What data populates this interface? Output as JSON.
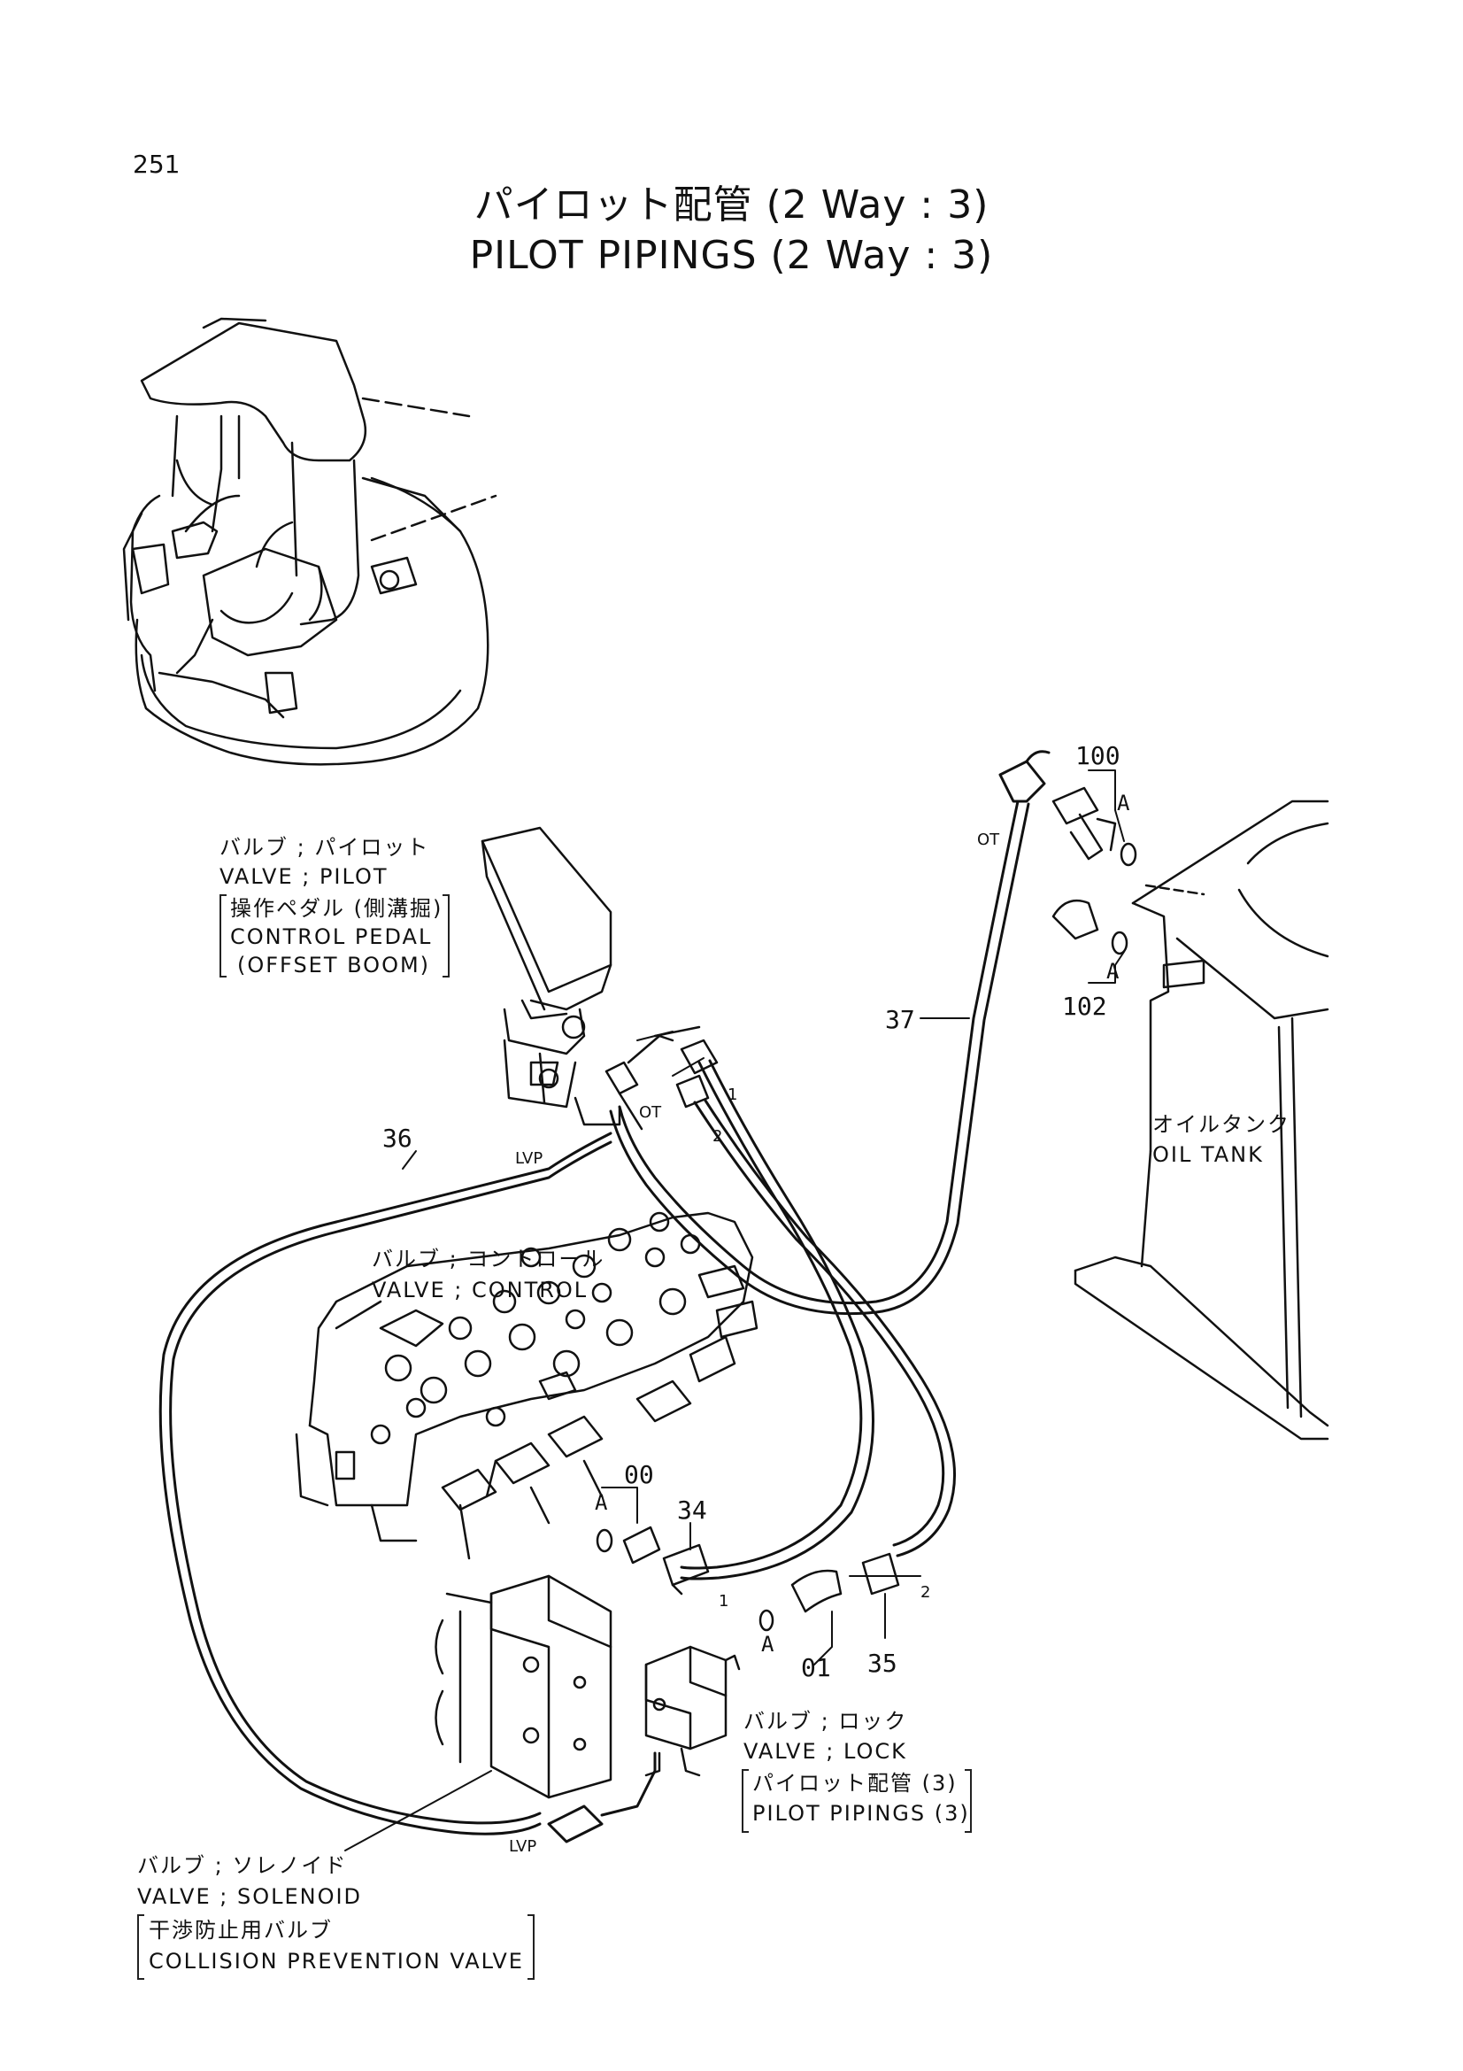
{
  "page_number": "251",
  "title_jp": "パイロット配管 (2 Way : 3)",
  "title_en": "PILOT PIPINGS (2 Way : 3)",
  "labels": {
    "pilot_jp": "バルブ ; パイロット",
    "pilot_en": "VALVE ; PILOT",
    "pedal_jp": "操作ペダル (側溝掘)",
    "pedal_en": "CONTROL PEDAL",
    "pedal_en2": "(OFFSET BOOM)",
    "control_jp": "バルブ ; コントロール",
    "control_en": "VALVE ; CONTROL",
    "lock_jp": "バルブ ; ロック",
    "lock_en": "VALVE ; LOCK",
    "pilot_pipings_jp": "パイロット配管 (3)",
    "pilot_pipings_en": "PILOT PIPINGS (3)",
    "solenoid_jp": "バルブ ; ソレノイド",
    "solenoid_en": "VALVE ; SOLENOID",
    "collision_jp": "干渉防止用バルブ",
    "collision_en": "COLLISION PREVENTION VALVE",
    "oil_tank_jp": "オイルタンク",
    "oil_tank_en": "OIL TANK"
  },
  "callouts": {
    "p100": "100",
    "p102": "102",
    "p37": "37",
    "p36": "36",
    "p34": "34",
    "p00": "00",
    "p01": "01",
    "p35": "35",
    "a1": "A",
    "a2": "A",
    "a3": "A",
    "a4": "A",
    "ot1": "OT",
    "ot2": "OT",
    "lvp1": "LVP",
    "lvp2": "LVP",
    "h1": "1",
    "h2": "2",
    "h3": "1",
    "h4": "2"
  }
}
